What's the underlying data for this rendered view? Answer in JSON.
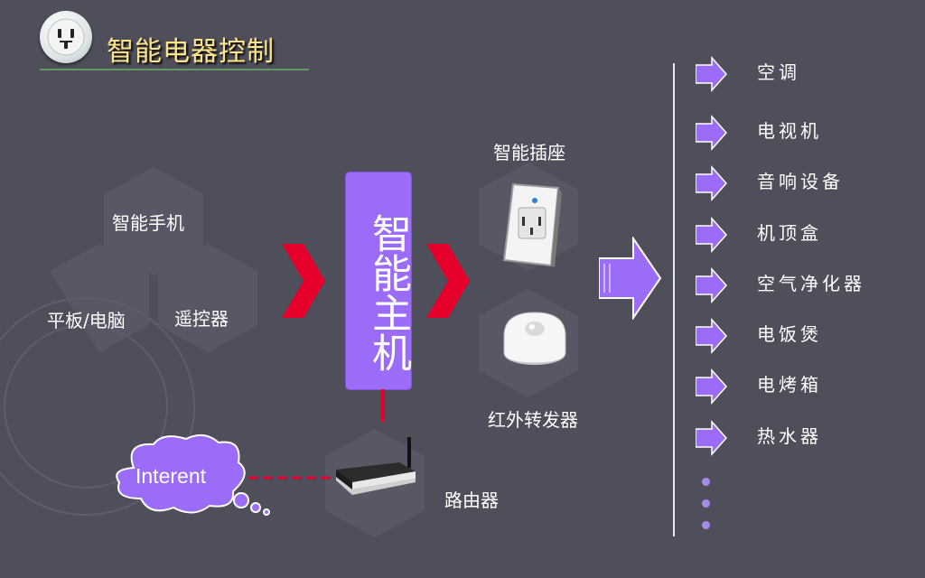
{
  "title": "智能电器控制",
  "hub_label": "智能主机",
  "inputs": [
    "智能手机",
    "平板/电脑",
    "遥控器"
  ],
  "devices": {
    "smart_socket": "智能插座",
    "ir_transmitter": "红外转发器",
    "router": "路由器"
  },
  "cloud_label": "Interent",
  "appliances": [
    "空调",
    "电视机",
    "音响设备",
    "机顶盒",
    "空气净化器",
    "电饭煲",
    "电烤箱",
    "热水器"
  ],
  "colors": {
    "background": "#4f4f5c",
    "hub": "#9b6cf7",
    "arrow_red": "#e4002b",
    "title": "#ffe58a",
    "bullet": "#a58be8"
  },
  "icons": [
    "socket-icon",
    "smart-socket-image",
    "ir-transmitter-image",
    "router-image",
    "cloud-icon"
  ]
}
